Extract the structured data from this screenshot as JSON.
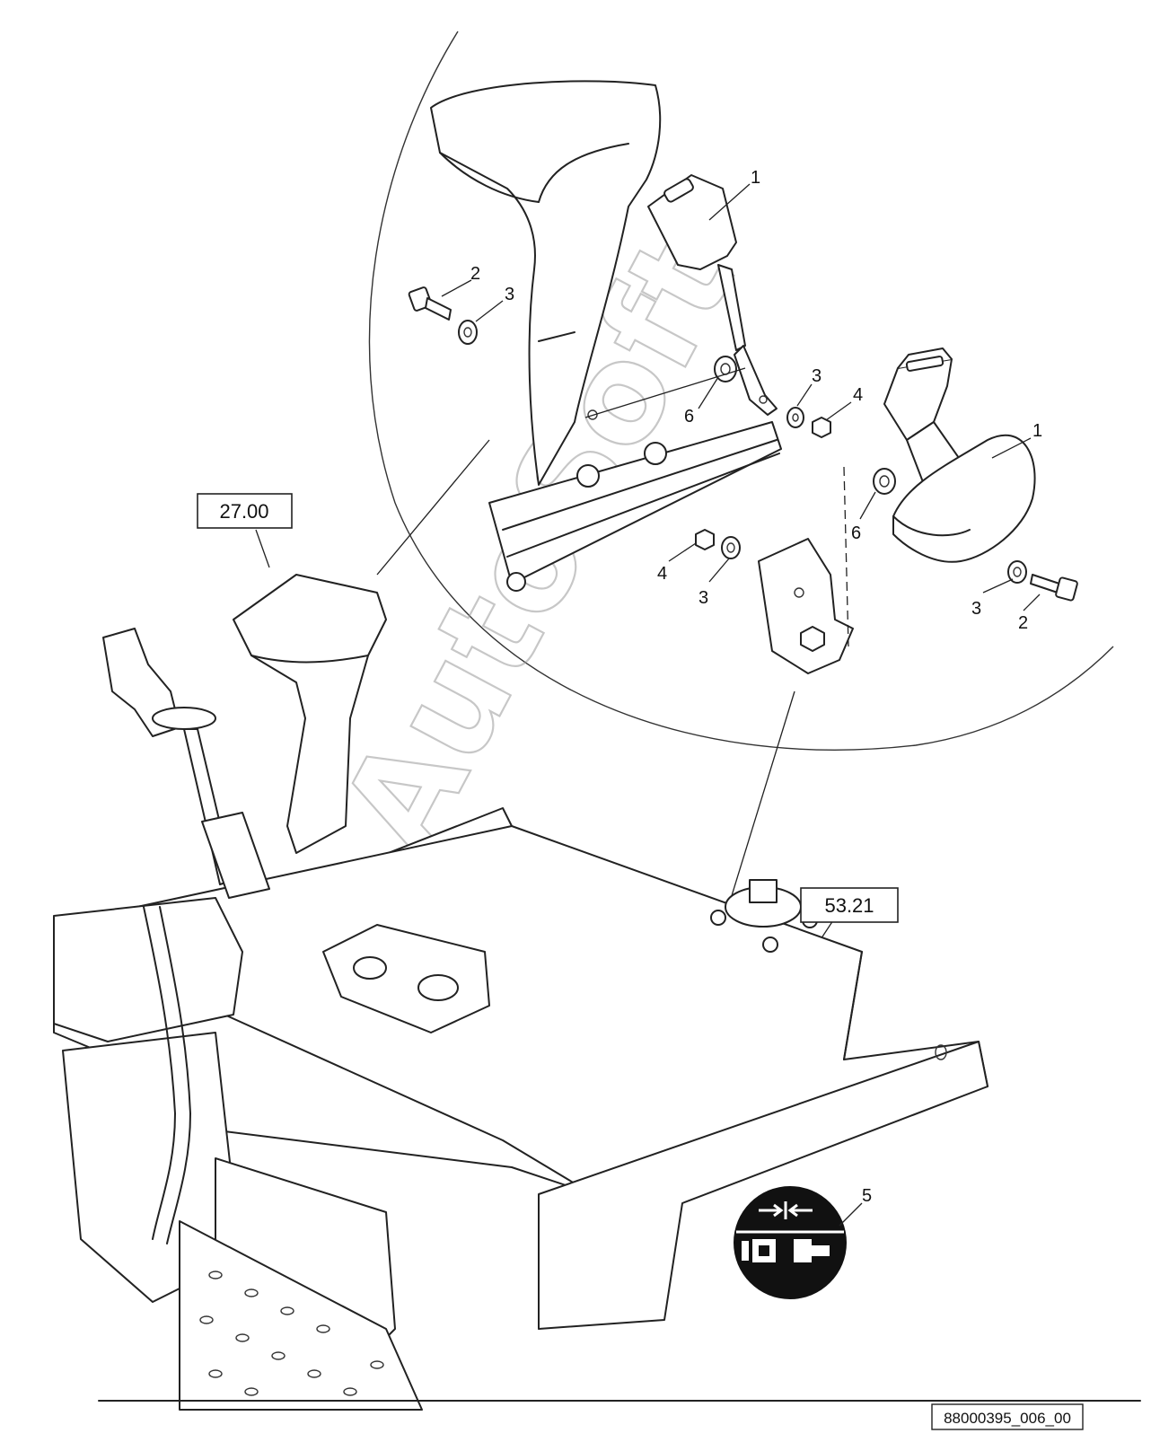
{
  "watermark": "AutoSoft",
  "drawing_id": "88000395_006_00",
  "reference_boxes": {
    "seat_ref": "27.00",
    "suspension_ref": "53.21"
  },
  "callouts": {
    "buckle_1": "1",
    "bolt_2_upper": "2",
    "washer_3_upper": "3",
    "spacer_6_upper": "6",
    "washer_3_mid": "3",
    "nut_4_mid": "4",
    "retractor_1": "1",
    "spacer_6_right": "6",
    "nut_4_lower": "4",
    "washer_3_lower": "3",
    "washer_3_right": "3",
    "bolt_2_right": "2",
    "decal_5": "5"
  },
  "icons": {
    "decal": "seat-belt-buckle-icon",
    "colors": {
      "line": "#222222",
      "decal_bg": "#111111",
      "decal_fg": "#ffffff"
    }
  }
}
